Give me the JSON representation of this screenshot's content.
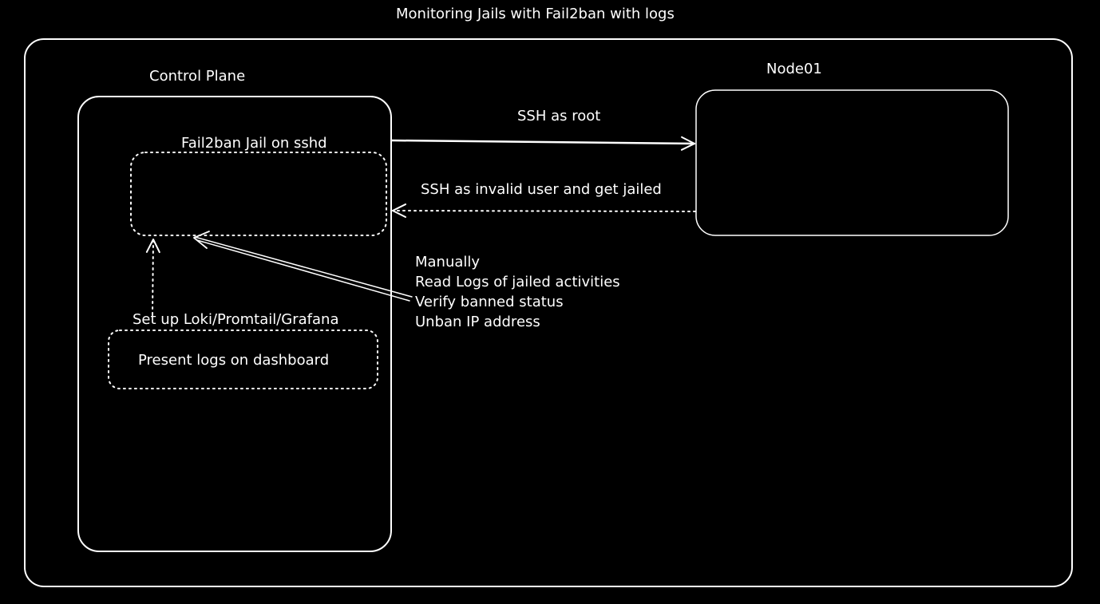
{
  "title": "Monitoring Jails with Fail2ban with logs",
  "colors": {
    "background": "#000000",
    "stroke": "#ffffff",
    "text": "#ffffff"
  },
  "control_plane": {
    "label": "Control Plane",
    "jail_box_label": "Fail2ban Jail on sshd",
    "logging_label": "Set up Loki/Promtail/Grafana",
    "logging_box_text": "Present logs on dashboard"
  },
  "node": {
    "label": "Node01"
  },
  "edges": {
    "ssh_root": "SSH as root",
    "ssh_invalid": "SSH as invalid user and get jailed"
  },
  "manual_steps": [
    "Manually",
    "Read Logs of jailed activities",
    "Verify banned status",
    "Unban IP address"
  ]
}
